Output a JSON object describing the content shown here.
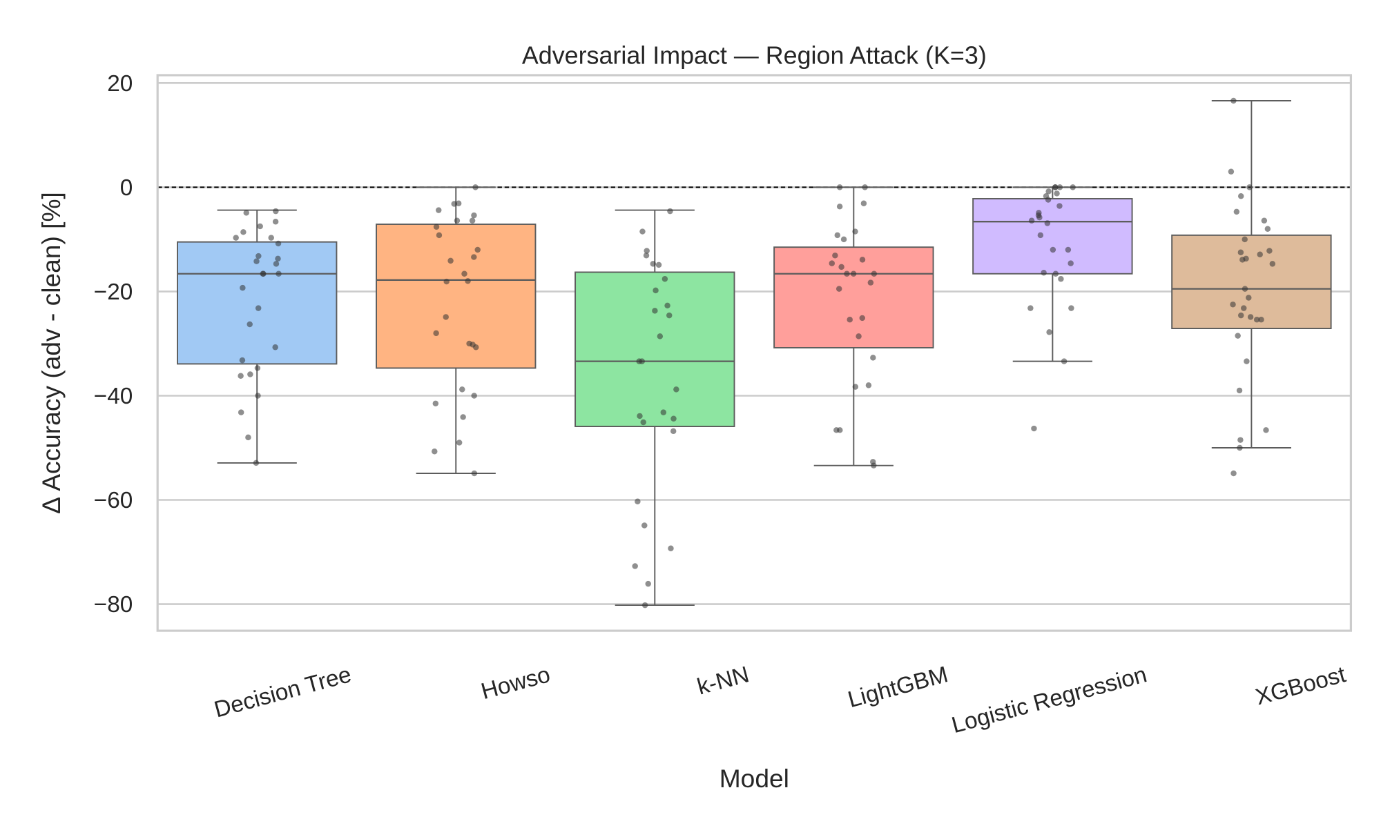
{
  "chart_data": {
    "type": "box",
    "title": "Adversarial Impact — Region Attack (K=3)",
    "xlabel": "Model",
    "ylabel": "Δ Accuracy (adv - clean) [%]",
    "ylim": [
      -85.1,
      21.5
    ],
    "yticks": [
      20,
      0,
      -20,
      -40,
      -60,
      -80
    ],
    "ytick_labels": [
      "20",
      "0",
      "−20",
      "−40",
      "−60",
      "−80"
    ],
    "grid": "horizontal",
    "reference_line": {
      "y": 0,
      "style": "dashed",
      "color": "#000000"
    },
    "categories": [
      "Decision Tree",
      "Howso",
      "k-NN",
      "LightGBM",
      "Logistic Regression",
      "XGBoost"
    ],
    "colors": [
      "#a1c9f4",
      "#ffb482",
      "#8de5a1",
      "#ff9f9b",
      "#d0bbff",
      "#debb9b"
    ],
    "boxes": [
      {
        "q1": -33.9,
        "median": -16.6,
        "q3": -10.5,
        "whisker_low": -52.9,
        "whisker_high": -4.4,
        "outliers": []
      },
      {
        "q1": -34.7,
        "median": -17.8,
        "q3": -7.1,
        "whisker_low": -54.9,
        "whisker_high": 0,
        "outliers": []
      },
      {
        "q1": -45.9,
        "median": -33.4,
        "q3": -16.3,
        "whisker_low": -80.2,
        "whisker_high": -4.4,
        "outliers": []
      },
      {
        "q1": -30.8,
        "median": -16.6,
        "q3": -11.5,
        "whisker_low": -53.4,
        "whisker_high": 0,
        "outliers": []
      },
      {
        "q1": -16.6,
        "median": -6.6,
        "q3": -2.2,
        "whisker_low": -33.4,
        "whisker_high": 0,
        "outliers": [
          -46.3
        ]
      },
      {
        "q1": -27.1,
        "median": -19.5,
        "q3": -9.2,
        "whisker_low": -50.0,
        "whisker_high": 16.6,
        "outliers": []
      }
    ],
    "points": [
      [
        -4.6,
        -4.9,
        -6.6,
        -7.5,
        -8.6,
        -9.7,
        -9.7,
        -10.8,
        -13.7,
        -13.2,
        -14.7,
        -14.2,
        -16.6,
        -16.6,
        -16.6,
        -19.3,
        -23.2,
        -26.3,
        -30.7,
        -33.2,
        -34.7,
        -35.9,
        -36.2,
        -40.0,
        -43.2,
        -48.0,
        -52.9
      ],
      [
        0,
        -3.2,
        -3.1,
        -5.4,
        -4.4,
        -6.4,
        -6.4,
        -7.6,
        -9.2,
        -12.0,
        -13.4,
        -14.1,
        -16.6,
        -18.1,
        -18.0,
        -24.9,
        -28.0,
        -30.7,
        -30.2,
        -30.0,
        -38.8,
        -40.0,
        -41.5,
        -44.1,
        -49.0,
        -50.7,
        -54.9
      ],
      [
        -4.6,
        -8.5,
        -12.2,
        -13.1,
        -14.9,
        -14.7,
        -17.6,
        -19.8,
        -22.7,
        -23.7,
        -24.6,
        -28.6,
        -33.4,
        -33.4,
        -38.8,
        -43.2,
        -43.9,
        -44.4,
        -45.1,
        -46.8,
        -60.3,
        -64.9,
        -69.3,
        -72.7,
        -76.1,
        -80.2
      ],
      [
        0,
        0,
        -3.1,
        -3.7,
        -8.5,
        -9.2,
        -10.0,
        -13.1,
        -13.9,
        -14.6,
        -15.3,
        -16.6,
        -16.6,
        -16.6,
        -18.3,
        -19.5,
        -25.1,
        -25.4,
        -28.6,
        -32.7,
        -38.0,
        -38.3,
        -46.6,
        -46.6,
        -52.7,
        -53.4
      ],
      [
        0,
        0,
        0,
        0,
        -0.8,
        -1.2,
        -1.7,
        -2.4,
        -3.6,
        -4.9,
        -5.4,
        -5.8,
        -6.4,
        -6.9,
        -9.2,
        -12.0,
        -12.0,
        -14.6,
        -16.6,
        -16.4,
        -17.6,
        -23.2,
        -23.2,
        -27.8,
        -33.4
      ],
      [
        16.6,
        3.0,
        0,
        -1.7,
        -4.7,
        -6.4,
        -8.0,
        -10.0,
        -12.5,
        -12.9,
        -12.2,
        -13.7,
        -14.7,
        -13.9,
        -19.5,
        -21.2,
        -22.5,
        -23.2,
        -24.6,
        -24.9,
        -25.4,
        -25.4,
        -28.5,
        -33.4,
        -39.0,
        -46.6,
        -48.5,
        -50.0,
        -54.9
      ]
    ]
  }
}
